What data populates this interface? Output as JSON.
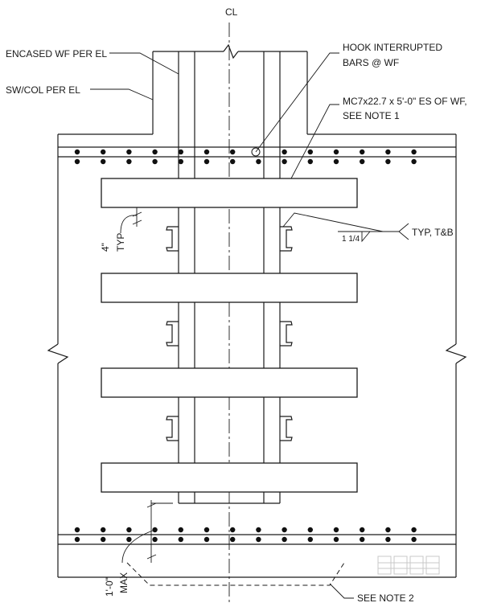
{
  "labels": {
    "centerline": "CL",
    "encased_wf": "ENCASED WF PER EL",
    "sw_col": "SW/COL PER EL",
    "hook_line1": "HOOK INTERRUPTED",
    "hook_line2": "BARS @ WF",
    "mc_line1": "MC7x22.7 x 5'-0\" ES OF WF,",
    "mc_line2": "SEE NOTE 1",
    "weld_size": "1 1/4",
    "weld_typ": "TYP, T&B",
    "dim_4in": "4\"",
    "dim_typ": "TYP",
    "dim_1ft": "1'-0\"",
    "dim_max": "MAX",
    "see_note2": "SEE NOTE 2"
  }
}
